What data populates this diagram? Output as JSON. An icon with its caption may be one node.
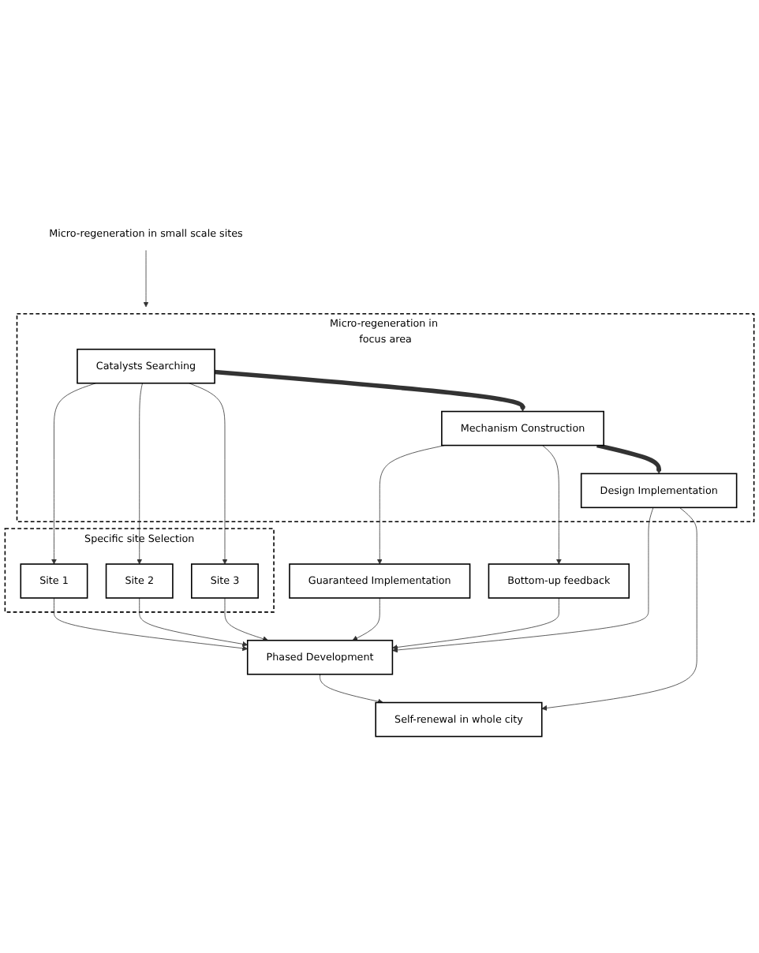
{
  "diagram": {
    "nodes": [
      {
        "text": [
          "Micro-regeneration in small scale sites"
        ]
      },
      {
        "text": [
          "Micro-regeneration in focus area"
        ]
      },
      {
        "text": [
          "Catalysts Searching"
        ],
        "in": 1
      },
      {
        "text": [
          "Mechanism Construction"
        ],
        "in": 1
      },
      {
        "text": [
          "Design Implementation"
        ],
        "in": 1
      },
      {
        "text": [
          "Specific site Selection"
        ]
      },
      {
        "text": [
          "Site 1"
        ],
        "in": 5
      },
      {
        "text": [
          "Site 2"
        ],
        "in": 5
      },
      {
        "text": [
          "Site 3"
        ],
        "in": 5
      },
      {
        "text": [
          "Guaranteed Implementation"
        ]
      },
      {
        "text": [
          "Bottom-up feedback"
        ]
      },
      {
        "text": [
          "Phased Development"
        ]
      },
      {
        "text": [
          "Self-renewal in whole city"
        ]
      }
    ],
    "edges": [
      {
        "from": 0,
        "to": 1,
        "arrow": "to"
      },
      {
        "from": 2,
        "to": 6,
        "arrow": "to"
      },
      {
        "from": 2,
        "to": 7,
        "arrow": "to"
      },
      {
        "from": 2,
        "to": 8,
        "arrow": "to"
      },
      {
        "from": 2,
        "to": 3,
        "arrow": "to",
        "style": "thick"
      },
      {
        "from": 3,
        "to": 9,
        "arrow": "to"
      },
      {
        "from": 3,
        "to": 10,
        "arrow": "to"
      },
      {
        "from": 3,
        "to": 4,
        "arrow": "to",
        "style": "thick"
      },
      {
        "from": 10,
        "to": 11,
        "arrow": "to"
      },
      {
        "from": 6,
        "to": 11,
        "arrow": "to"
      },
      {
        "from": 7,
        "to": 11,
        "arrow": "to"
      },
      {
        "from": 8,
        "to": 11,
        "arrow": "to"
      },
      {
        "from": 9,
        "to": 11,
        "arrow": "to"
      },
      {
        "from": 4,
        "to": 11,
        "arrow": "to"
      },
      {
        "from": 4,
        "to": 12,
        "arrow": "to"
      },
      {
        "from": 11,
        "to": 12,
        "arrow": "to"
      }
    ]
  }
}
